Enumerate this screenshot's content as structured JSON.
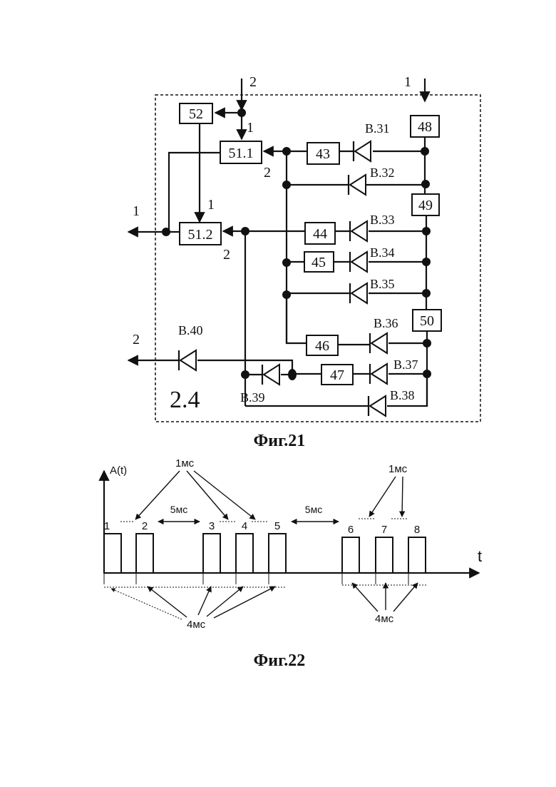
{
  "fig21": {
    "caption": "Фиг.21",
    "module_label": "2.4",
    "ports": {
      "top_in_2": "2",
      "top_in_1": "1",
      "out_1": "1",
      "out_2": "2"
    },
    "blocks": {
      "b52": "52",
      "b51_1": "51.1",
      "b51_2": "51.2",
      "b43": "43",
      "b44": "44",
      "b45": "45",
      "b46": "46",
      "b47": "47",
      "b48": "48",
      "b49": "49",
      "b50": "50"
    },
    "pins": {
      "b51_1_in1": "1",
      "b51_1_in2": "2",
      "b51_2_in1": "1",
      "b51_2_in2": "2"
    },
    "diodes": {
      "v31": "В.31",
      "v32": "В.32",
      "v33": "В.33",
      "v34": "В.34",
      "v35": "В.35",
      "v36": "В.36",
      "v37": "В.37",
      "v38": "В.38",
      "v39": "В.39",
      "v40": "В.40"
    }
  },
  "fig22": {
    "caption": "Фиг.22",
    "y_label": "A(t)",
    "x_label": "t",
    "pulse_numbers": [
      "1",
      "2",
      "3",
      "4",
      "5",
      "6",
      "7",
      "8"
    ],
    "annotations": {
      "top_left": "1мс",
      "gap_1": "5мс",
      "gap_2": "5мс",
      "top_right": "1мс",
      "bottom_left": "4мс",
      "bottom_right": "4мс"
    }
  },
  "chart_data": {
    "type": "bar",
    "categories": [
      "1",
      "2",
      "3",
      "4",
      "5",
      "6",
      "7",
      "8"
    ],
    "values": [
      1,
      1,
      1,
      1,
      1,
      1,
      1,
      1
    ],
    "title": "Фиг.22",
    "xlabel": "t",
    "ylabel": "A(t)"
  }
}
